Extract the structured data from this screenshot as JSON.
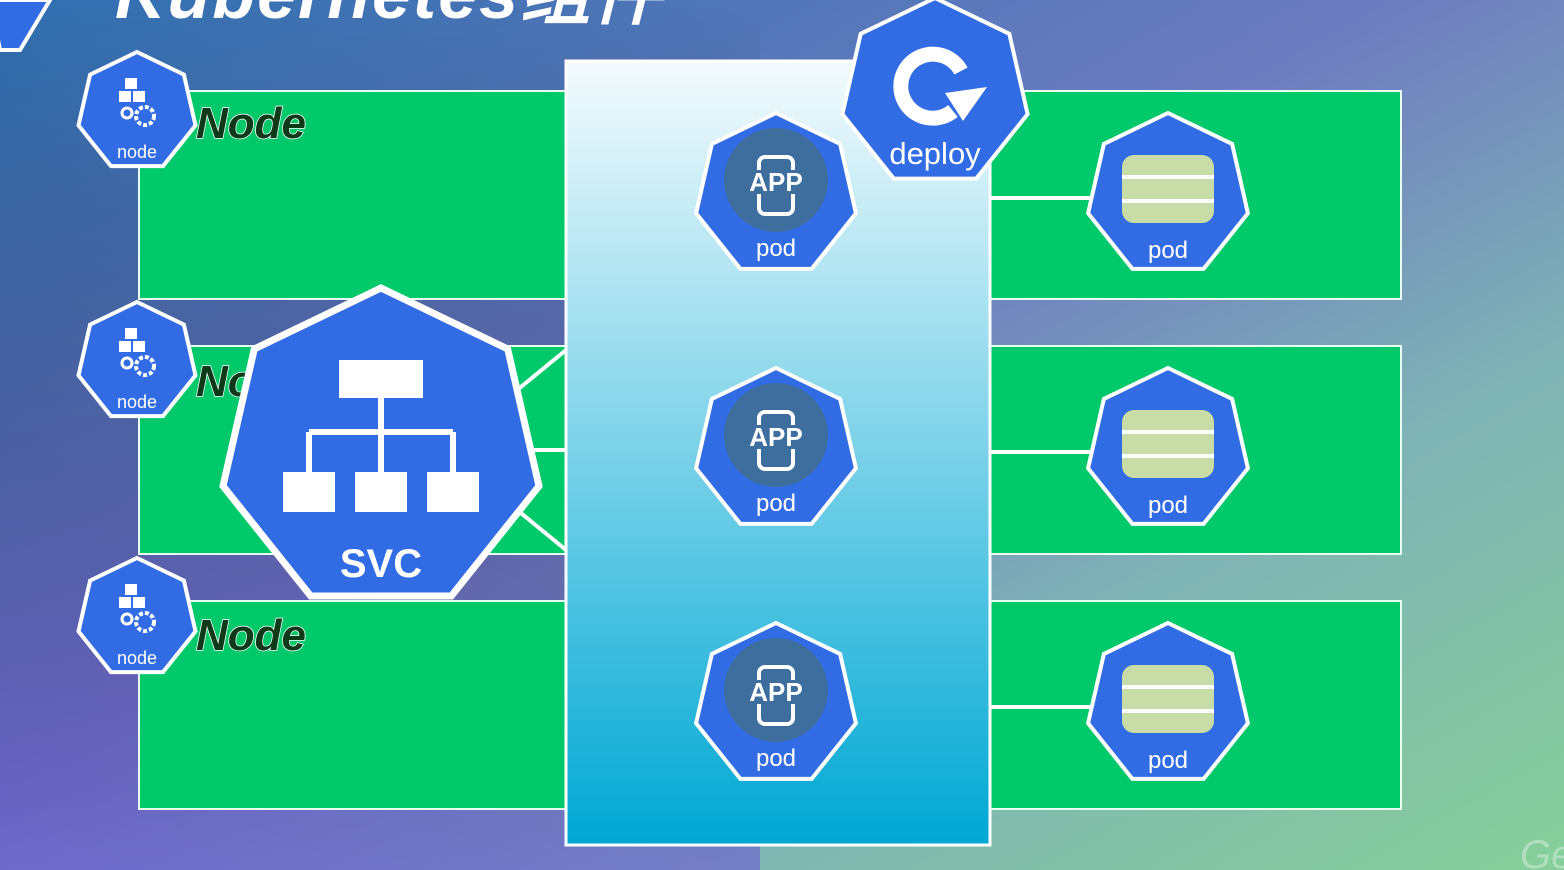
{
  "title": "Kubernetes组件",
  "nodes": [
    {
      "icon_label": "node",
      "title": "Node"
    },
    {
      "icon_label": "node",
      "title": "No"
    },
    {
      "icon_label": "node",
      "title": "Node"
    }
  ],
  "svc": {
    "label": "SVC",
    "icon": "hierarchy-icon"
  },
  "deploy": {
    "label": "deploy",
    "icon": "refresh-icon"
  },
  "app_pods": [
    {
      "label": "pod",
      "icon_text": "APP"
    },
    {
      "label": "pod",
      "icon_text": "APP"
    },
    {
      "label": "pod",
      "icon_text": "APP"
    }
  ],
  "db_pods": [
    {
      "label": "pod",
      "icon": "database-icon"
    },
    {
      "label": "pod",
      "icon": "database-icon"
    },
    {
      "label": "pod",
      "icon": "database-icon"
    }
  ],
  "watermark": "Ge",
  "colors": {
    "k8s_blue": "#326ce5",
    "node_green": "#00c96b",
    "db_green": "#c8dca8",
    "app_circle": "#3d6e9e"
  }
}
